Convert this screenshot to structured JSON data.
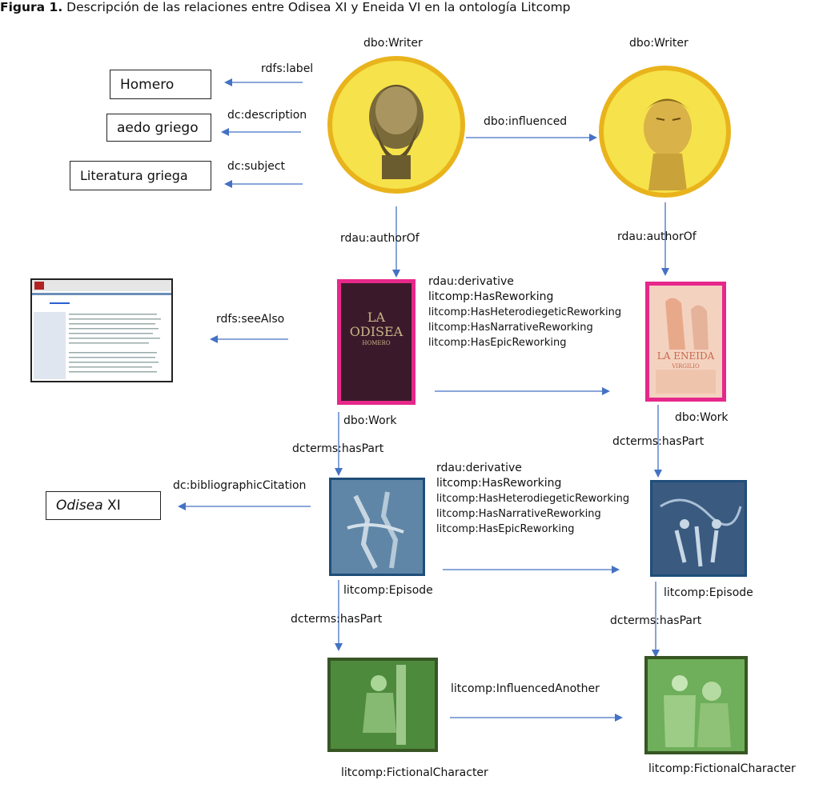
{
  "caption": {
    "prefix": "Figura 1.",
    "text": "Descripción de las relaciones entre Odisea XI y Eneida VI en la ontología Litcomp"
  },
  "writer_left": {
    "type_label": "dbo:Writer"
  },
  "writer_right": {
    "type_label": "dbo:Writer"
  },
  "edges": {
    "label": "rdfs:label",
    "description": "dc:description",
    "subject": "dc:subject",
    "influenced": "dbo:influenced",
    "author_of_left": "rdau:authorOf",
    "author_of_right": "rdau:authorOf",
    "see_also": "rdfs:seeAlso",
    "has_part_work_left": "dcterms:hasPart",
    "has_part_work_right": "dcterms:hasPart",
    "bibliographic_citation": "dc:bibliographicCitation",
    "has_part_episode_left": "dcterms:hasPart",
    "has_part_episode_right": "dcterms:hasPart",
    "influenced_another": "litcomp:InfluencedAnother"
  },
  "literals": {
    "label_value": "Homero",
    "description_value": "aedo griego",
    "subject_value": "Literatura griega",
    "citation_title": "Odisea",
    "citation_book": " XI"
  },
  "work_relations": [
    "rdau:derivative",
    "litcomp:HasReworking",
    "litcomp:HasHeterodiegeticReworking",
    "litcomp:HasNarrativeReworking",
    "litcomp:HasEpicReworking"
  ],
  "episode_relations": [
    "rdau:derivative",
    "litcomp:HasReworking",
    "litcomp:HasHeterodiegeticReworking",
    "litcomp:HasNarrativeReworking",
    "litcomp:HasEpicReworking"
  ],
  "types": {
    "work_left": "dbo:Work",
    "work_right": "dbo:Work",
    "episode_left": "litcomp:Episode",
    "episode_right": "litcomp:Episode",
    "character_left": "litcomp:FictionalCharacter",
    "character_right": "litcomp:FictionalCharacter"
  },
  "book_covers": {
    "odisea_line1": "LA",
    "odisea_line2": "ODISEA",
    "odisea_author": "HOMERO",
    "eneida_title": "LA ENEIDA",
    "eneida_author": "VIRGILIO"
  },
  "colors": {
    "arrow": "#4472c4",
    "writer_ring": "#e9b31c",
    "writer_fill": "#f6e24a",
    "work_frame": "#e6288a",
    "episode_frame": "#1f4e79",
    "character_frame": "#375623"
  }
}
